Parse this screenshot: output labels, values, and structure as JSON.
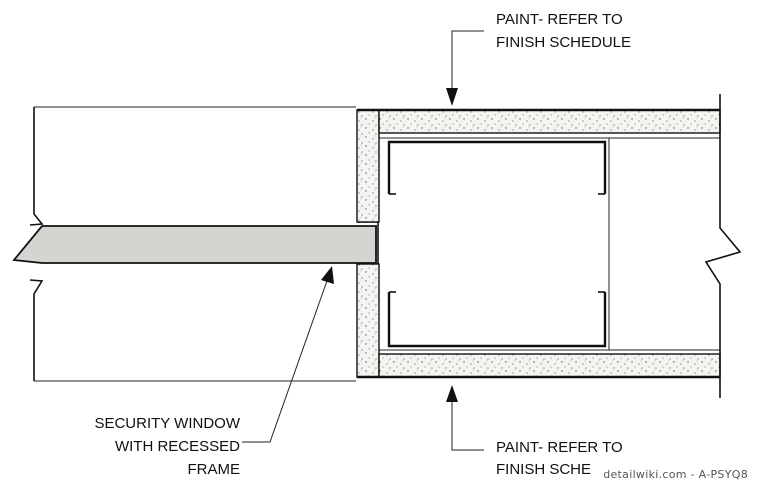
{
  "labels": {
    "top_note": [
      "PAINT- REFER TO",
      "FINISH SCHEDULE"
    ],
    "bottom_note": [
      "PAINT- REFER TO",
      "FINISH SCHE"
    ],
    "left_note": [
      "SECURITY WINDOW",
      "WITH RECESSED",
      "FRAME"
    ]
  },
  "watermark": "detailwiki.com - A-PSYQ8"
}
